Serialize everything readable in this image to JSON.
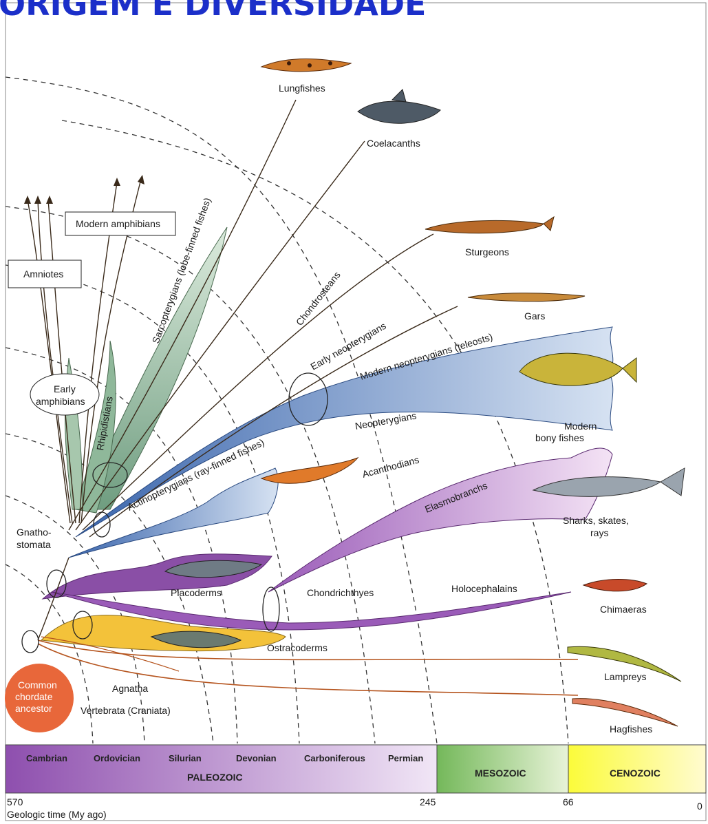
{
  "title": "ORIGEM E DIVERSIDADE",
  "labels": {
    "lungfishes": "Lungfishes",
    "coelacanths": "Coelacanths",
    "sarcopterygians": "Sarcopterygians (lobe-finned fishes)",
    "modern_amphibians": "Modern amphibians",
    "amniotes": "Amniotes",
    "chondrosteans": "Chondrosteans",
    "sturgeons": "Sturgeons",
    "early_neopterygians": "Early neopterygians",
    "gars": "Gars",
    "modern_neopterygians": "Modern neopterygians (teleosts)",
    "early_amphibians_1": "Early",
    "early_amphibians_2": "amphibians",
    "rhipidistians": "Rhipidistians",
    "neopterygians": "Neopterygians",
    "modern_bony_1": "Modern",
    "modern_bony_2": "bony fishes",
    "actinopterygians": "Actinopterygians (ray-finned fishes)",
    "acanthodians": "Acanthodians",
    "elasmobranchs": "Elasmobranchs",
    "sharks_1": "Sharks, skates,",
    "sharks_2": "rays",
    "gnatho_1": "Gnatho-",
    "gnatho_2": "stomata",
    "placoderms": "Placoderms",
    "chondrichthyes": "Chondrichthyes",
    "holocephalains": "Holocephalains",
    "chimaeras": "Chimaeras",
    "ostracoderms": "Ostracoderms",
    "lampreys": "Lampreys",
    "agnatha": "Agnatha",
    "vertebrata": "Vertebrata (Craniata)",
    "hagfishes": "Hagfishes",
    "ancestor_1": "Common",
    "ancestor_2": "chordate",
    "ancestor_3": "ancestor"
  },
  "timeline": {
    "periods": [
      "Cambrian",
      "Ordovician",
      "Silurian",
      "Devonian",
      "Carboniferous",
      "Permian"
    ],
    "paleozoic": "PALEOZOIC",
    "mesozoic": "MESOZOIC",
    "cenozoic": "CENOZOIC",
    "ticks": [
      "570",
      "245",
      "66",
      "0"
    ],
    "axis_label": "Geologic time (My ago)"
  },
  "colors": {
    "title": "#1b2fc9",
    "sarcopterygians": "#8fb89a",
    "actinopterygians": "#5b83be",
    "chondrichthyes": "#b07cc6",
    "placoderms": "#8a4fa6",
    "ostracoderms": "#f3c23a",
    "agnatha_lines": "#b5541e",
    "ancestor": "#e8673a",
    "paleozoic": "#a56bc0",
    "mesozoic": "#8dc56b",
    "cenozoic": "#ffff44"
  }
}
